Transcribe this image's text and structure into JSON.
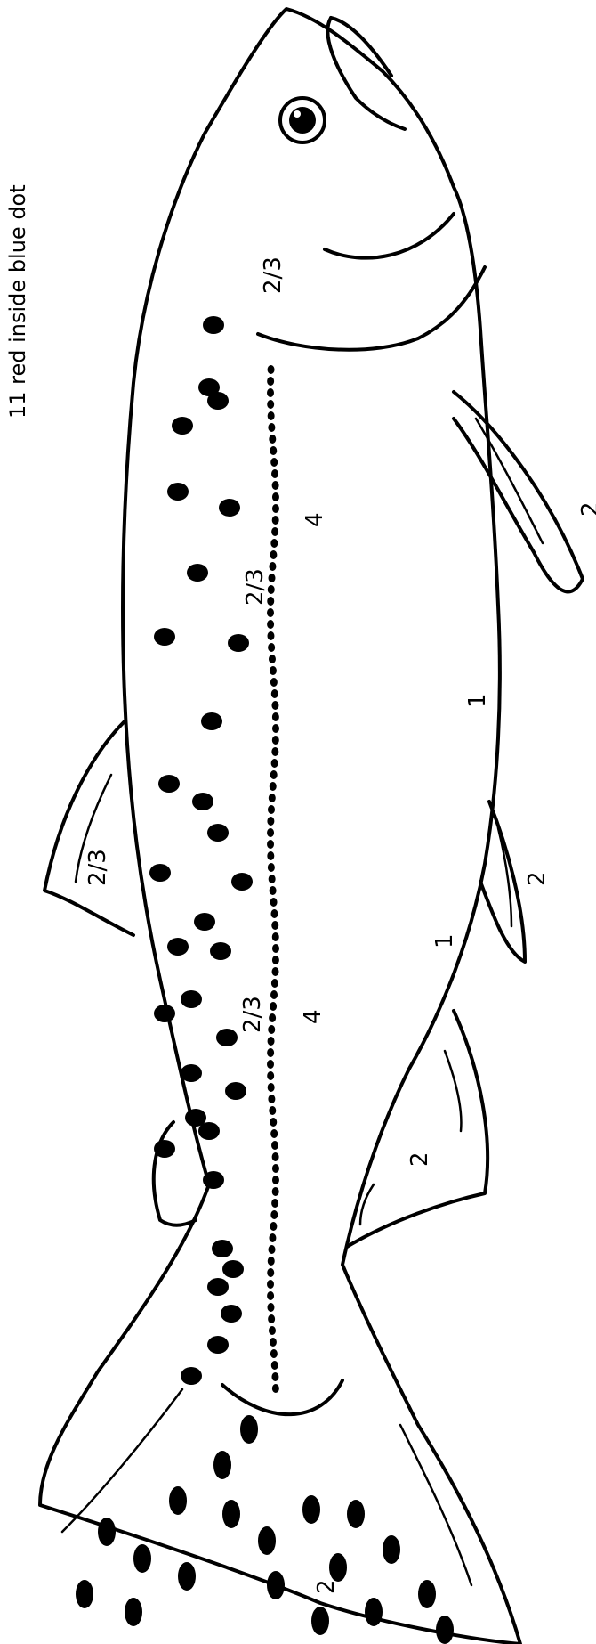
{
  "header_note": "11   red inside blue dot",
  "labels": {
    "head_upper": "2/3",
    "body_upper_a": "2/3",
    "lateral_line_a": "4",
    "belly_a": "1",
    "pectoral_fin": "2",
    "dorsal_fin": "2/3",
    "pelvic_fin": "2",
    "belly_b": "1",
    "body_upper_b": "2/3",
    "lateral_line_b": "4",
    "anal_fin": "2",
    "tail": "2"
  },
  "colors": {
    "ink": "#000000",
    "paper": "#ffffff"
  }
}
